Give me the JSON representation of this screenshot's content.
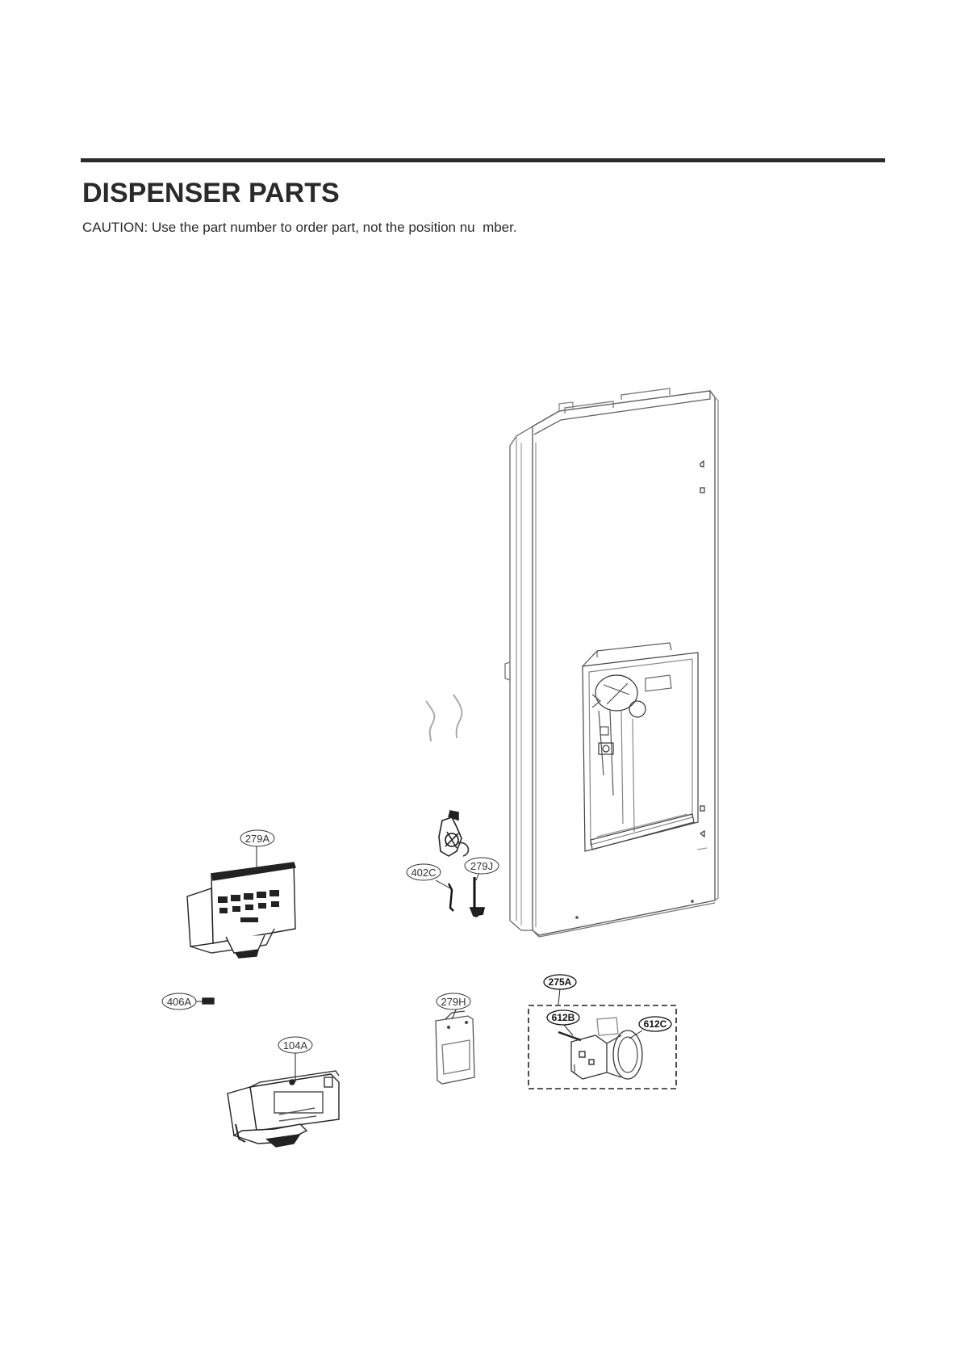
{
  "header": {
    "title": "DISPENSER PARTS",
    "caution": "CAUTION: Use the part number to order part, not the position nu  mber."
  },
  "callouts": {
    "c279A": "279A",
    "c402C": "402C",
    "c279J": "279J",
    "c406A": "406A",
    "c104A": "104A",
    "c279H": "279H",
    "c275A": "275A",
    "c612B": "612B",
    "c612C": "612C"
  }
}
